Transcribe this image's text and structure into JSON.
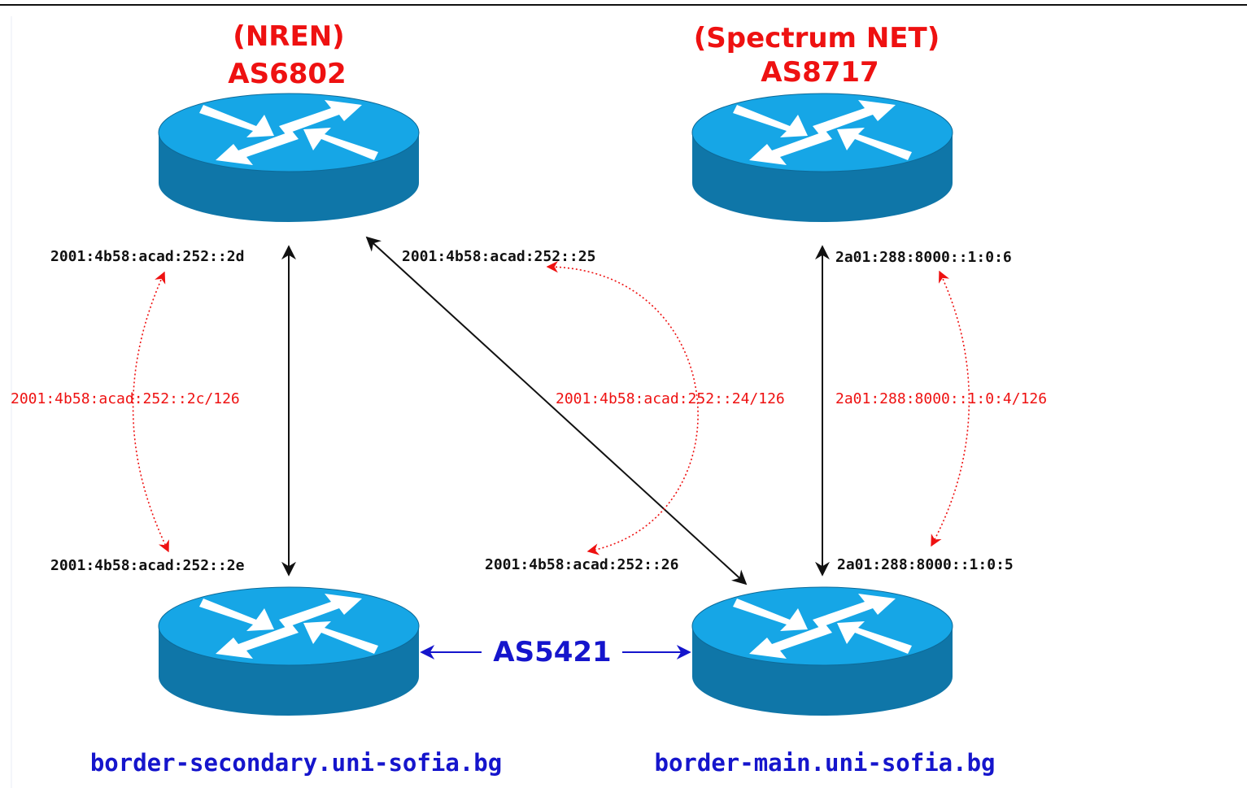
{
  "colors": {
    "router_top": "#16a6e6",
    "router_body": "#0f76a8",
    "provider_label": "#ee1111",
    "subnet_label": "#ee1111",
    "local_label": "#1515cc",
    "link": "#111111"
  },
  "routers": {
    "nren": {
      "line1": "(NREN)",
      "line2": "AS6802",
      "icon": "router-icon"
    },
    "spectrum": {
      "line1": "(Spectrum NET)",
      "line2": "AS8717",
      "icon": "router-icon"
    },
    "secondary": {
      "hostname": "border-secondary.uni-sofia.bg",
      "icon": "router-icon"
    },
    "main": {
      "hostname": "border-main.uni-sofia.bg",
      "icon": "router-icon"
    }
  },
  "local_as": "AS5421",
  "links": {
    "nren_secondary": {
      "top_addr": "2001:4b58:acad:252::2d",
      "bottom_addr": "2001:4b58:acad:252::2e",
      "subnet": "2001:4b58:acad:252::2c/126"
    },
    "nren_main": {
      "top_addr": "2001:4b58:acad:252::25",
      "bottom_addr": "2001:4b58:acad:252::26",
      "subnet": "2001:4b58:acad:252::24/126"
    },
    "spectrum_main": {
      "top_addr": "2a01:288:8000::1:0:6",
      "bottom_addr": "2a01:288:8000::1:0:5",
      "subnet": "2a01:288:8000::1:0:4/126"
    }
  }
}
